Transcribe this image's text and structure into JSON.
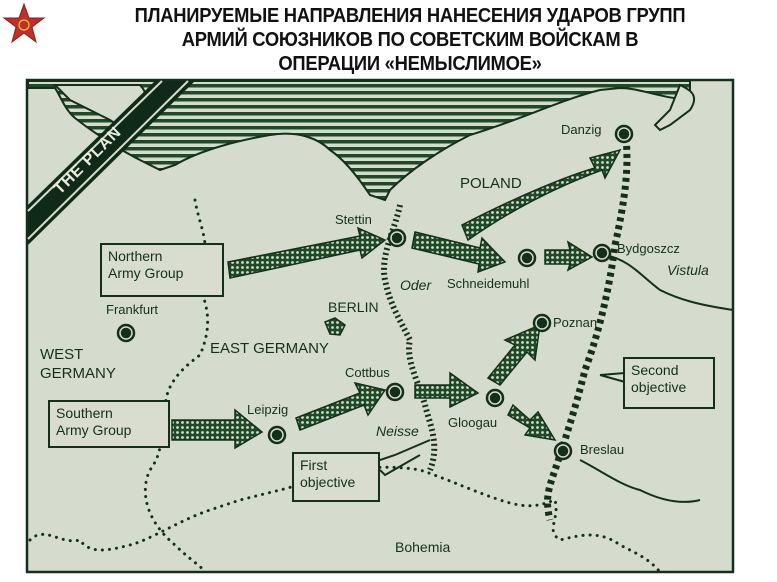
{
  "header": {
    "title_lines": [
      "ПЛАНИРУЕМЫЕ НАПРАВЛЕНИЯ НАНЕСЕНИЯ УДАРОВ ГРУПП",
      "АРМИЙ СОЮЗНИКОВ ПО СОВЕТСКИМ ВОЙСКАМ В",
      "ОПЕРАЦИИ «НЕМЫСЛИМОЕ»"
    ],
    "emblem_icon": "red-star-hammer-sickle-icon"
  },
  "map": {
    "banner": "THE PLAN",
    "colors": {
      "land": "#d6dccd",
      "ink": "#14301a",
      "sea_stripe": "#1e4a28",
      "star_red": "#c0302a"
    },
    "regions": [
      "POLAND",
      "EAST GERMANY",
      "WEST GERMANY",
      "Bohemia"
    ],
    "cities": [
      {
        "name": "Danzig"
      },
      {
        "name": "Stettin"
      },
      {
        "name": "Bydgoszcz"
      },
      {
        "name": "Schneidemuhl"
      },
      {
        "name": "Frankfurt"
      },
      {
        "name": "BERLIN"
      },
      {
        "name": "Poznan"
      },
      {
        "name": "Leipzig"
      },
      {
        "name": "Cottbus"
      },
      {
        "name": "Gloogau"
      },
      {
        "name": "Breslau"
      }
    ],
    "rivers": [
      "Oder",
      "Neisse",
      "Vistula"
    ],
    "callouts": {
      "northern": [
        "Northern",
        "Army Group"
      ],
      "southern": [
        "Southern",
        "Army Group"
      ],
      "first": [
        "First",
        "objective"
      ],
      "second": [
        "Second",
        "objective"
      ]
    }
  }
}
